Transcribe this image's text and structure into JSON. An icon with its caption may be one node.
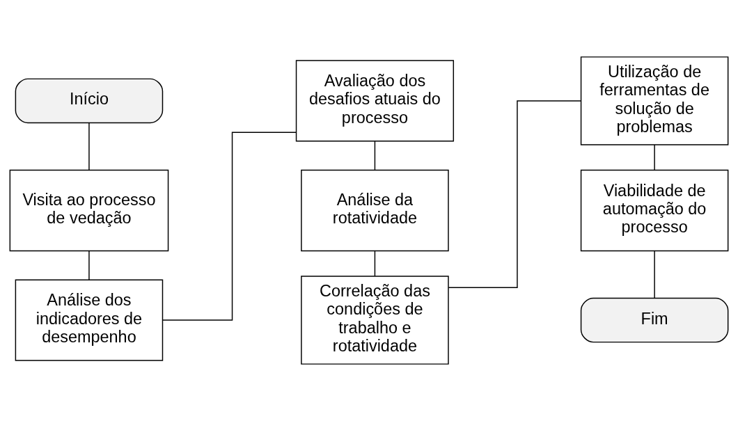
{
  "diagram": {
    "nodes": [
      {
        "text": [
          "Início"
        ]
      },
      {
        "text": [
          "Visita ao processo de vedação"
        ]
      },
      {
        "text": [
          "Análise dos indicadores de desempenho"
        ]
      },
      {
        "text": [
          "Avaliação dos desafios atuais do processo"
        ]
      },
      {
        "text": [
          "Análise da rotatividade"
        ]
      },
      {
        "text": [
          "Correlação das condições de trabalho e rotatividade"
        ]
      },
      {
        "text": [
          "Utilização de ferramentas de solução de problemas"
        ]
      },
      {
        "text": [
          "Viabilidade de automação do processo"
        ]
      },
      {
        "text": [
          "Fim"
        ]
      }
    ],
    "edges": [
      {
        "from": 0,
        "to": 1,
        "arrow": "none"
      },
      {
        "from": 1,
        "to": 2,
        "arrow": "none"
      },
      {
        "from": 2,
        "to": 3,
        "arrow": "none"
      },
      {
        "from": 3,
        "to": 4,
        "arrow": "none"
      },
      {
        "from": 4,
        "to": 5,
        "arrow": "none"
      },
      {
        "from": 5,
        "to": 6,
        "arrow": "none"
      },
      {
        "from": 6,
        "to": 7,
        "arrow": "none"
      },
      {
        "from": 7,
        "to": 8,
        "arrow": "none"
      }
    ]
  }
}
